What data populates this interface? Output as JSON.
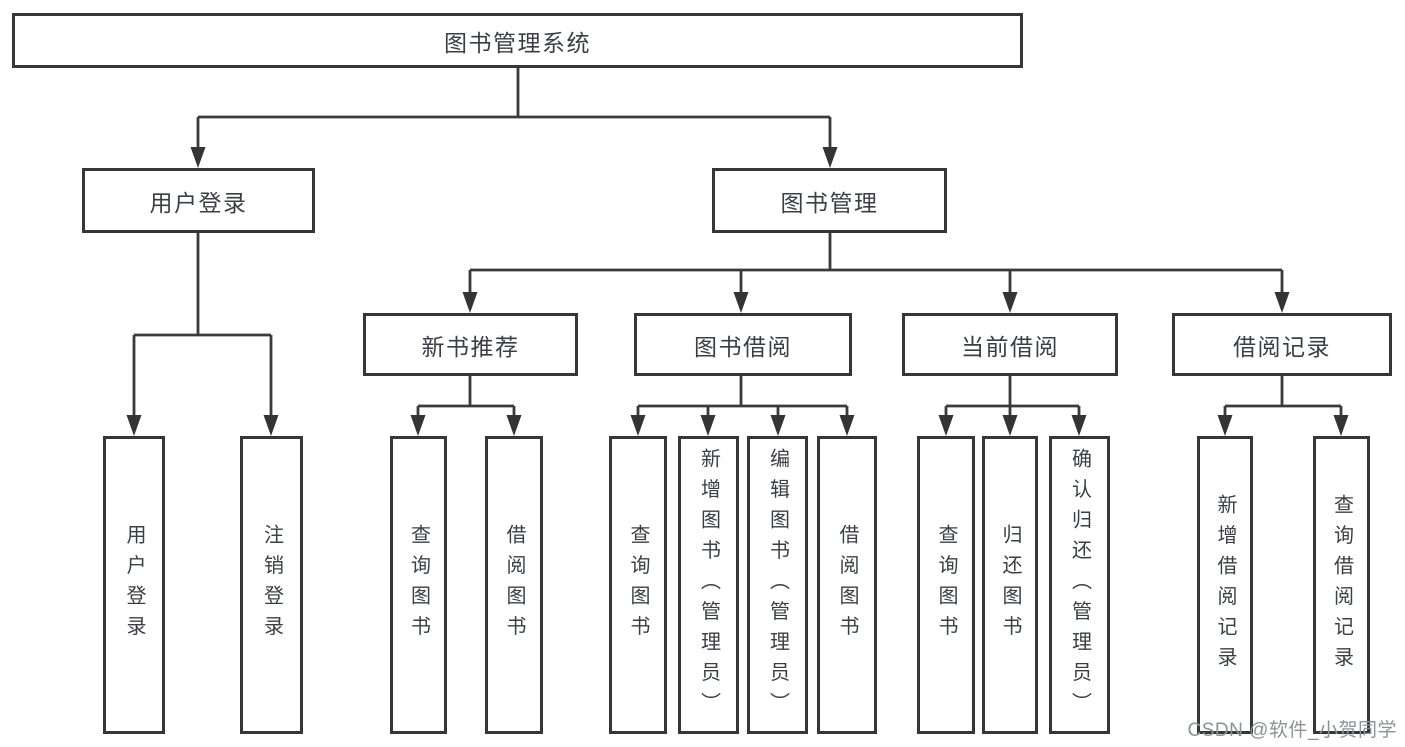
{
  "diagram": {
    "watermark": "CSDN @软件_小贺同学",
    "root": {
      "label": "图书管理系统"
    },
    "branches": [
      {
        "label": "用户登录",
        "leaves": [
          "用户登录",
          "注销登录"
        ]
      },
      {
        "label": "图书管理",
        "groups": [
          {
            "label": "新书推荐",
            "leaves": [
              "查询图书",
              "借阅图书"
            ]
          },
          {
            "label": "图书借阅",
            "leaves": [
              "查询图书",
              "新增图书（管理员）",
              "编辑图书（管理员）",
              "借阅图书"
            ]
          },
          {
            "label": "当前借阅",
            "leaves": [
              "查询图书",
              "归还图书",
              "确认归还（管理员）"
            ]
          },
          {
            "label": "借阅记录",
            "leaves": [
              "新增借阅记录",
              "查询借阅记录"
            ]
          }
        ]
      }
    ],
    "colors": {
      "line": "#3a3a3a",
      "border": "#363636",
      "text": "#3b3f45",
      "background": "#ffffff",
      "watermark": "#8e9297"
    }
  }
}
